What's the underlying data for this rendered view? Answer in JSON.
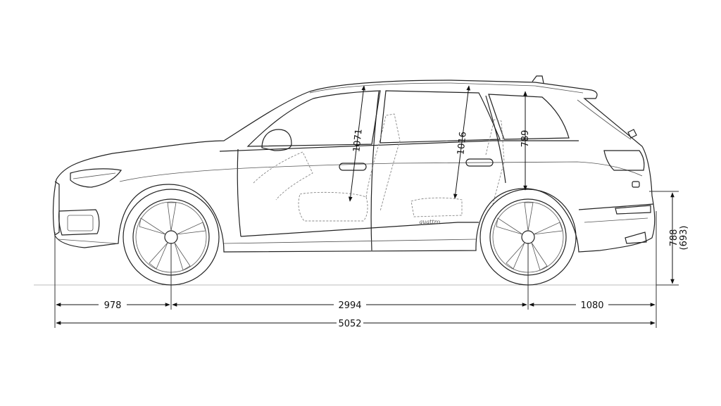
{
  "dimensions": {
    "front_overhang": "978",
    "wheelbase": "2994",
    "rear_overhang": "1080",
    "overall_length": "5052",
    "height": "788",
    "height_alt": "(693)",
    "front_headroom": "1071",
    "rear_headroom": "1016",
    "third_row_headroom": "789"
  },
  "badge_text": "quattro"
}
